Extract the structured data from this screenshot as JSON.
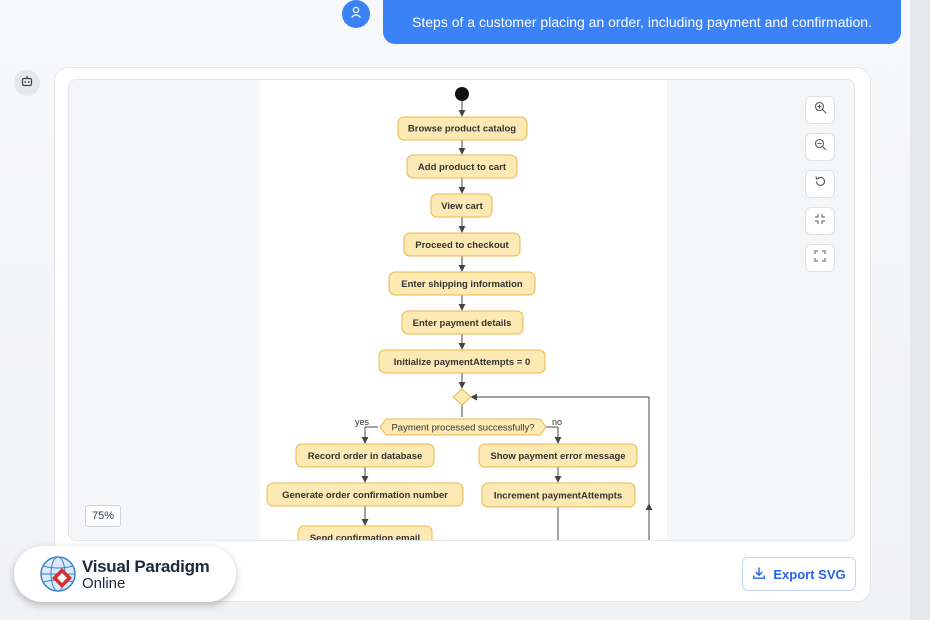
{
  "chat": {
    "user_message": "Steps of a customer placing an order, including payment and confirmation."
  },
  "diagram": {
    "nodes": [
      "Browse product catalog",
      "Add product to cart",
      "View cart",
      "Proceed to checkout",
      "Enter shipping information",
      "Enter payment details",
      "Initialize paymentAttempts = 0",
      "Payment processed successfully?",
      "Record order in database",
      "Generate order confirmation number",
      "Send confirmation email",
      "Show payment error message",
      "Increment paymentAttempts"
    ],
    "branch_yes": "yes",
    "branch_no": "no",
    "colors": {
      "node_fill": "#fde9b3",
      "node_stroke": "#e8b84a"
    }
  },
  "viewer": {
    "zoom_level": "75%",
    "controls": [
      "zoom-in-icon",
      "zoom-out-icon",
      "reset-icon",
      "fit-icon",
      "fullscreen-icon"
    ]
  },
  "export": {
    "label": "Export SVG"
  },
  "brand": {
    "line1": "Visual Paradigm",
    "line2": "Online"
  },
  "colors": {
    "accent": "#3b82f6",
    "export_text": "#2563eb"
  }
}
